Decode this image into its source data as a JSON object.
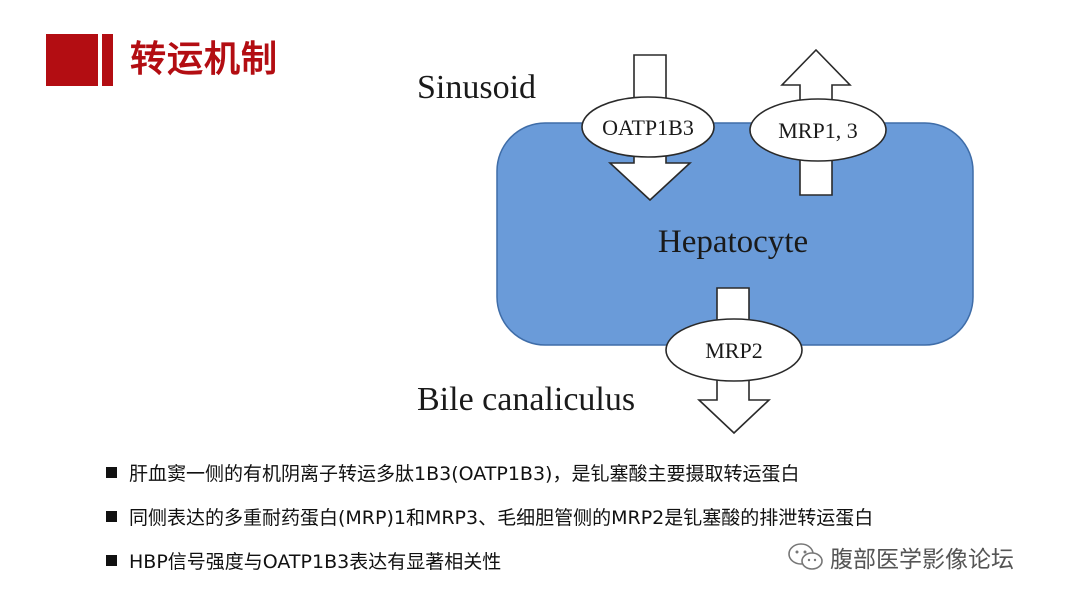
{
  "title": "转运机制",
  "diagram": {
    "sinusoid_label": "Sinusoid",
    "cell_label": "Hepatocyte",
    "bile_label": "Bile canaliculus",
    "transporters": {
      "uptake": "OATP1B3",
      "efflux_sinusoid": "MRP1, 3",
      "efflux_bile": "MRP2"
    },
    "colors": {
      "cell_fill": "#6a9bd9",
      "cell_stroke": "#3f6da8"
    }
  },
  "bullets": [
    "肝血窦一侧的有机阴离子转运多肽1B3(OATP1B3)，是钆塞酸主要摄取转运蛋白",
    "同侧表达的多重耐药蛋白(MRP)1和MRP3、毛细胆管侧的MRP2是钆塞酸的排泄转运蛋白",
    "HBP信号强度与OATP1B3表达有显著相关性"
  ],
  "watermark": {
    "text": "腹部医学影像论坛",
    "icon": "wechat-icon"
  }
}
